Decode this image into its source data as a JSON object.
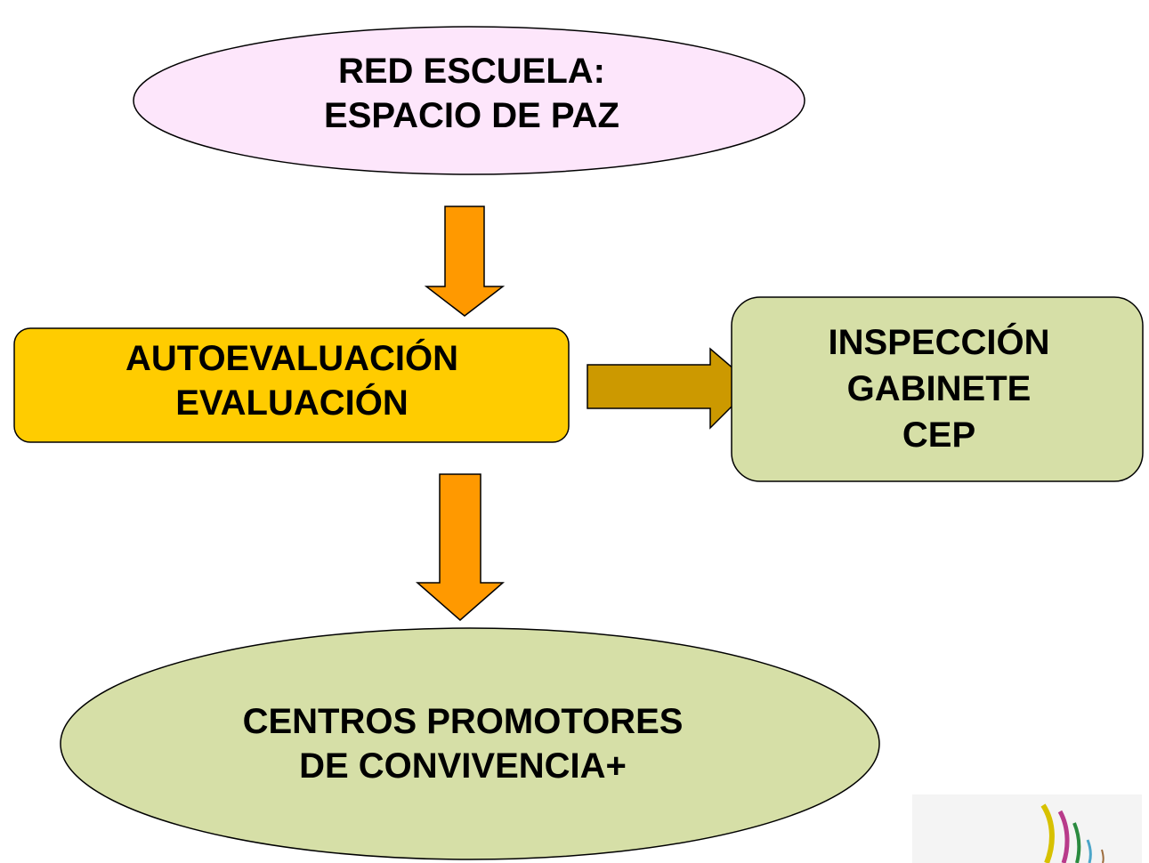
{
  "nodes": {
    "red_escuela": {
      "lines": [
        "RED ESCUELA:",
        "ESPACIO DE PAZ"
      ]
    },
    "autoevaluacion": {
      "lines": [
        "AUTOEVALUACIÓN",
        "EVALUACIÓN"
      ]
    },
    "inspeccion": {
      "lines": [
        "INSPECCIÓN",
        "GABINETE",
        "CEP"
      ]
    },
    "centros": {
      "lines": [
        "CENTROS PROMOTORES",
        "DE CONVIVENCIA+"
      ]
    }
  },
  "colors": {
    "pink_ellipse": "#fde6fb",
    "gold_box": "#ffcc00",
    "olive_box": "#d6dfa7",
    "olive_ellipse": "#d6dfa7",
    "orange_arrow": "#ff9900",
    "brown_arrow": "#cc9900"
  }
}
